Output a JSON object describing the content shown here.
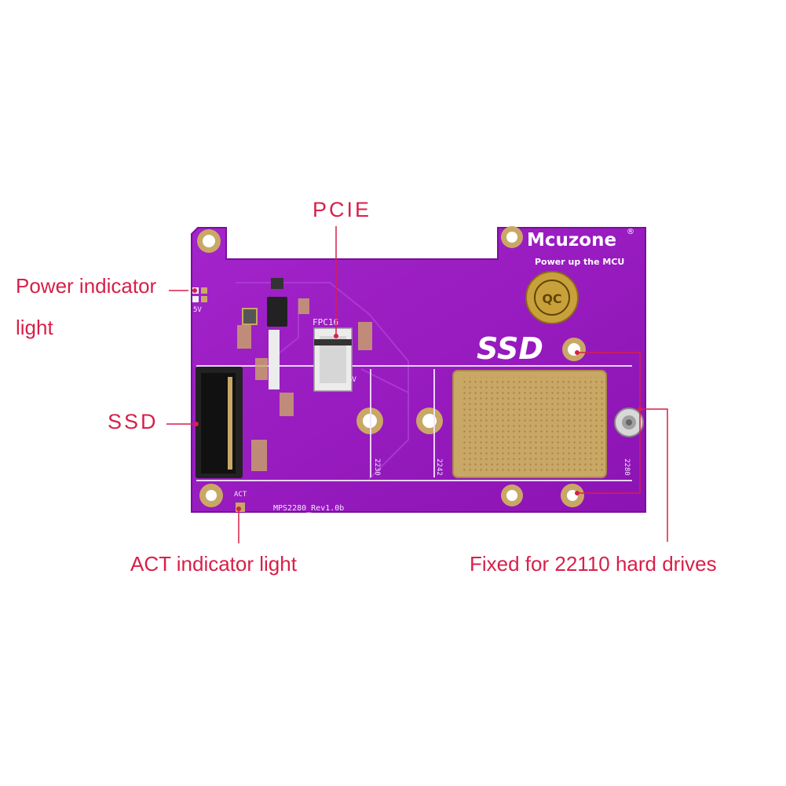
{
  "annotations": {
    "pcie": "PCIE",
    "power_indicator": "Power indicator light",
    "ssd_left": "SSD",
    "act_indicator": "ACT indicator light",
    "fixed_22110": "Fixed for 22110 hard drives"
  },
  "board": {
    "brand": "Mcuzone",
    "brand_registered": "®",
    "tagline": "Power up the MCU",
    "ssd_title": "SSD",
    "revision": "MPS2280_Rev1.0b",
    "connector_label": "FPC16",
    "power_led_label": "5V",
    "fpc_voltage_label": "5V",
    "act_led_label": "ACT",
    "mount_sizes": [
      "2230",
      "2242",
      "2280"
    ],
    "seal_text": "QC",
    "colors": {
      "pcb": "#9a19c2",
      "pcb_light": "#a62bd0",
      "silkscreen": "#f3e6ff",
      "gold": "#c9a866",
      "annotation": "#d81f49"
    }
  }
}
